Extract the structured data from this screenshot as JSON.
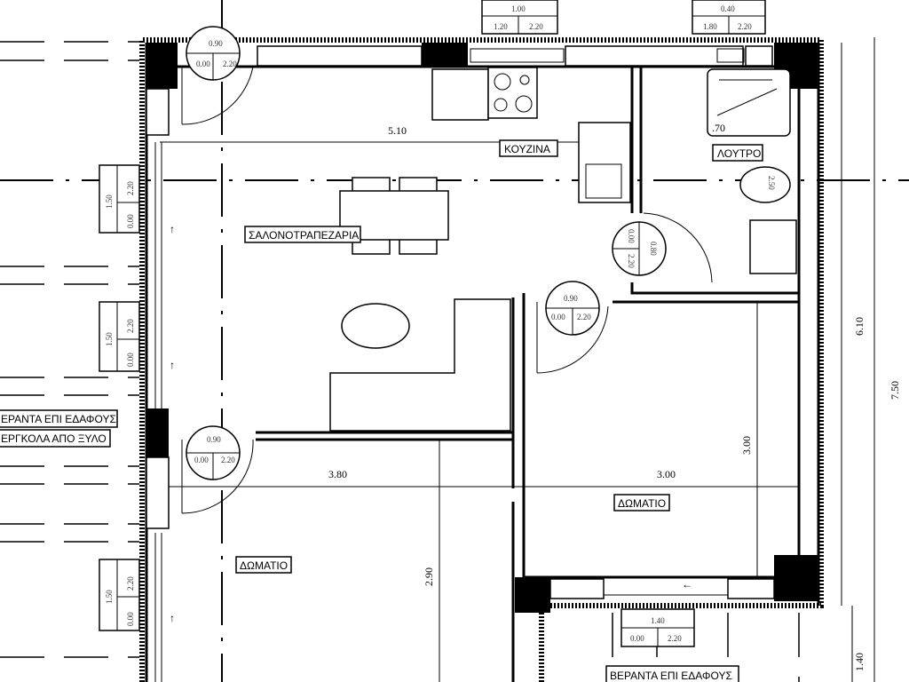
{
  "rooms": {
    "kitchen": "ΚΟΥΖΙΝΑ",
    "bathroom": "ΛΟΥΤΡΟ",
    "living_dining": "ΣΑΛΟΝΟΤΡΑΠΕΖΑΡΙΑ",
    "bedroom_right": "ΔΩΜΑΤΙΟ",
    "bedroom_left": "ΔΩΜΑΤΙΟ"
  },
  "notes": {
    "veranda_left": "ΕΡΑΝΤΑ ΕΠΙ ΕΔΑΦΟΥΣ",
    "pergola_left": "ΕΡΓΚΟΛΑ ΑΠΟ ΞΥΛΟ",
    "veranda_bottom": "ΒΕΡΑΝΤΑ ΕΠΙ ΕΔΑΦΟΥΣ"
  },
  "dimensions": {
    "kitchen_width": "5.10",
    "left_room_width": "3.80",
    "right_room_width": "3.00",
    "right_room_depth": "3.00",
    "left_room_depth": "2.90",
    "side_6_10": "6.10",
    "side_7_50": "7.50",
    "veranda_1_40": "1.40",
    "shower": ".70",
    "wc": "2.50"
  },
  "openings": {
    "top_window_1": {
      "w": "1.00",
      "sill": "1.20",
      "h": "2.20"
    },
    "top_window_2": {
      "w": "0.40",
      "sill": "1.80",
      "h": "2.20"
    },
    "bottom_door": {
      "w": "1.40",
      "sill": "0.00",
      "h": "2.20"
    },
    "left_window_1": {
      "w": "1.50",
      "sill": "0.00",
      "h": "2.20"
    },
    "left_window_2": {
      "w": "1.50",
      "sill": "0.00",
      "h": "2.20"
    },
    "left_window_3": {
      "w": "1.50",
      "sill": "0.00",
      "h": "2.20"
    },
    "door_entry": {
      "w": "0.90",
      "sill": "0.00",
      "h": "2.20"
    },
    "door_bedroom_right": {
      "w": "0.90",
      "sill": "0.00",
      "h": "2.20"
    },
    "door_bath": {
      "w": "0.80",
      "sill": "0.00",
      "h": "2.20"
    },
    "door_bedroom_left": {
      "w": "0.90",
      "sill": "0.00",
      "h": "2.20"
    }
  }
}
